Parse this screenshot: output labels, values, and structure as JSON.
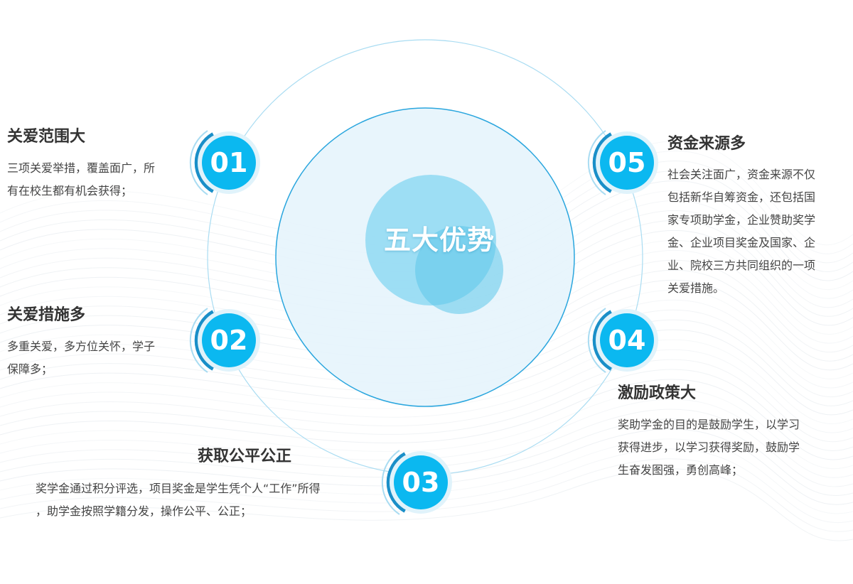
{
  "center": {
    "title": "五大优势"
  },
  "colors": {
    "accent": "#0bb8f0",
    "accent_dark": "#1a8fc8",
    "ring": "#a9dcf2",
    "inner_circle": "#e4f3fc",
    "inner_circle_stroke": "#2aa6de",
    "blob_light": "#84d6f2",
    "blob_dark": "#5cc6ea",
    "text_title": "#333333",
    "text_body": "#444444"
  },
  "items": [
    {
      "number": "01",
      "title": "关爱范围大",
      "lines": [
        "三项关爱举措，覆盖面广，所",
        "有在校生都有机会获得；"
      ]
    },
    {
      "number": "02",
      "title": "关爱措施多",
      "lines": [
        "多重关爱，多方位关怀，学子",
        "保障多；"
      ]
    },
    {
      "number": "03",
      "title": "获取公平公正",
      "lines": [
        "奖学金通过积分评选，项目奖金是学生凭个人“工作”所得",
        "，助学金按照学籍分发，操作公平、公正；"
      ]
    },
    {
      "number": "04",
      "title": "激励政策大",
      "lines": [
        "奖助学金的目的是鼓励学生，以学习",
        "获得进步，以学习获得奖励，鼓励学",
        "生奋发图强，勇创高峰；"
      ]
    },
    {
      "number": "05",
      "title": "资金来源多",
      "lines": [
        "社会关注面广，资金来源不仅",
        "包括新华自筹资金，还包括国",
        "家专项助学金，企业赞助奖学",
        "金、企业项目奖金及国家、企",
        "业、院校三方共同组织的一项",
        "关爱措施。"
      ]
    }
  ]
}
